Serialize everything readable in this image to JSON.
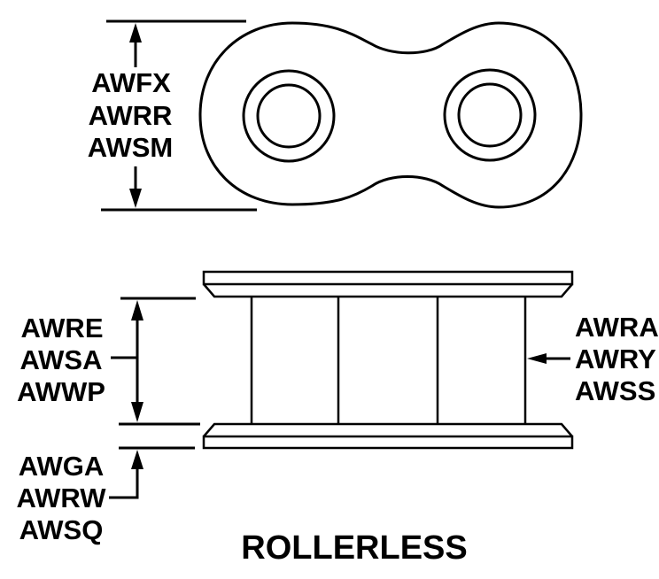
{
  "diagram": {
    "title": "ROLLERLESS",
    "top_view": {
      "dimension_labels": [
        "AWFX",
        "AWRR",
        "AWSM"
      ]
    },
    "side_view": {
      "inner_width_labels": [
        "AWRE",
        "AWSA",
        "AWWP"
      ],
      "plate_thickness_labels": [
        "AWGA",
        "AWRW",
        "AWSQ"
      ],
      "pin_labels": [
        "AWRA",
        "AWRY",
        "AWSS"
      ]
    },
    "colors": {
      "line": "#000000",
      "background": "#ffffff"
    }
  }
}
